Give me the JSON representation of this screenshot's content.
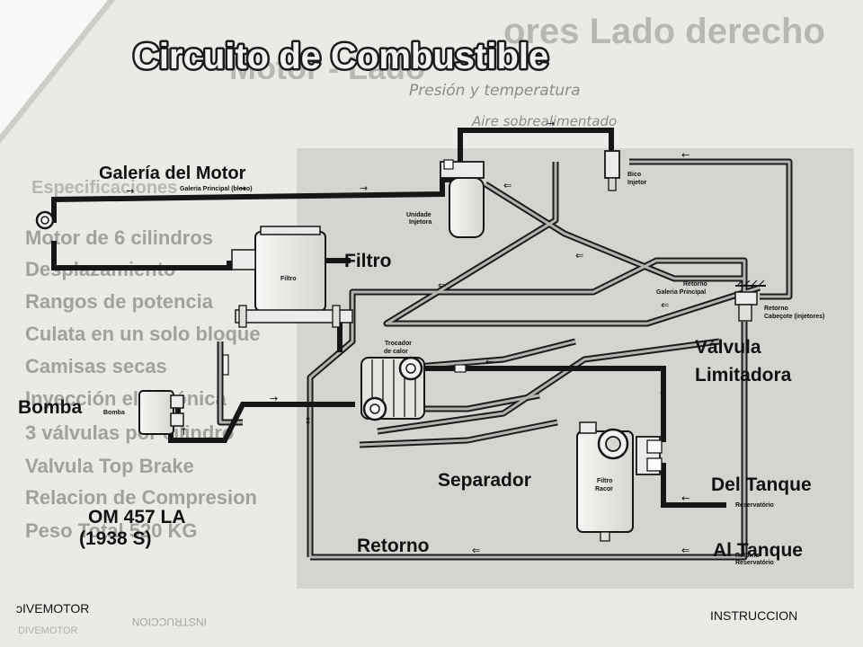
{
  "slide": {
    "title": "Circuito de Combustible",
    "bleed_title": "Motor - Lado derecho",
    "bleed_title_mirror": "ores Lado derecho",
    "bleed_handwriting": [
      "Presión y temperatura",
      "Aire sobrealimentado"
    ],
    "bleed_bullets": [
      "Motor de 6 cilindros",
      "Desplazamiento",
      "Rangos de potencia",
      "Culata en un solo bloque",
      "Camisas secas",
      "Inyección electrónica",
      "3 válvulas por cilindro",
      "Valvula Top Brake",
      "Relacion de Compresion",
      "Peso Total 520 KG"
    ]
  },
  "labels": {
    "galeria": "Galería del Motor",
    "galeria_sub": "Galeria Principal (bloco)",
    "filtro": "Filtro",
    "filtro_small": "Filtro",
    "bomba": "Bomba",
    "bomba_small": "Bomba",
    "valvula_1": "Válvula",
    "valvula_2": "Limitadora",
    "separador": "Separador",
    "del_tanque": "Del Tanque",
    "reservatorio": "Reservatório",
    "al_tanque": "Al Tanque",
    "retorno": "Retorno",
    "retorno_res_1": "Retorno",
    "retorno_res_2": "Reservatório",
    "unidade_1": "Unidade",
    "unidade_2": "Injetora",
    "bico_1": "Bico",
    "bico_2": "Injetor",
    "ret_gal_1": "Retorno",
    "ret_gal_2": "Galeria Principal",
    "ret_cab_1": "Retorno",
    "ret_cab_2": "Cabeçote (injetores)",
    "trocador_1": "Trocador",
    "trocador_2": "de calor",
    "racor_1": "Filtro",
    "racor_2": "Racor",
    "model_1": "OM 457 LA",
    "model_2": "(1938 S)"
  },
  "footer": {
    "left": "ɔIVEMOTOR",
    "left_ghost": "DIVEMOTOR",
    "center_ghost": "INSTRUCCION",
    "right": "INSTRUCCION"
  },
  "colors": {
    "pipe": "#161616",
    "return_pipe": "#9d9b97",
    "panel": "#d6d4d0",
    "background": "#eceae7"
  }
}
